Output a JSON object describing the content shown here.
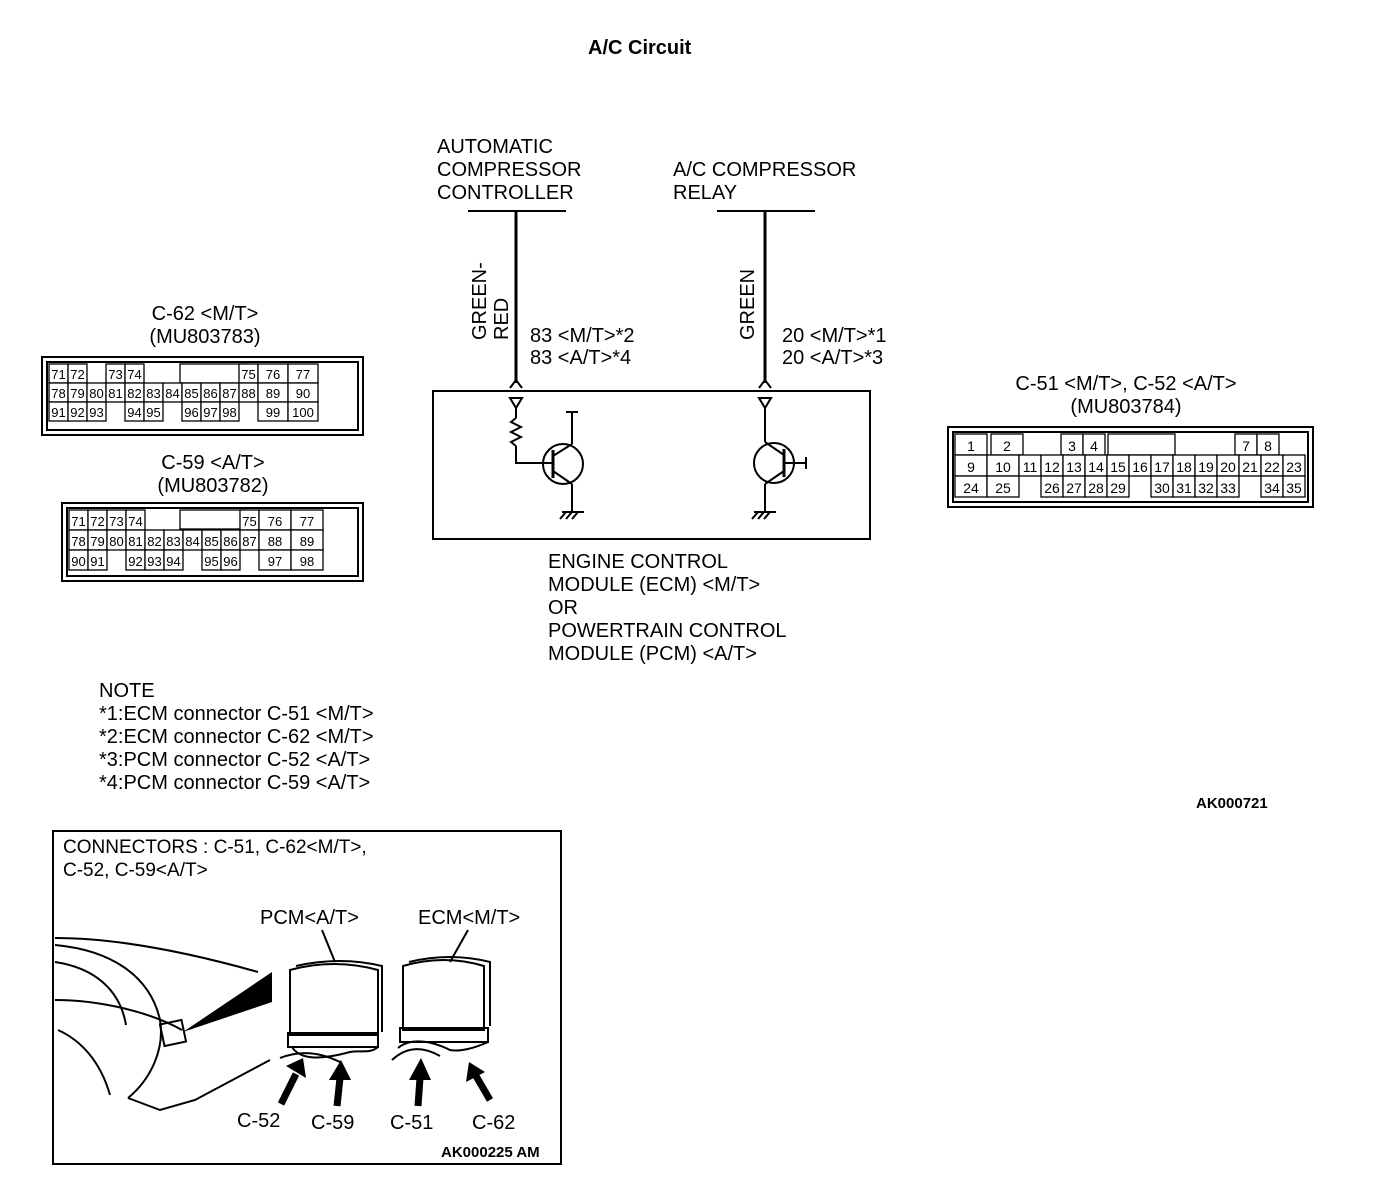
{
  "title": "A/C Circuit",
  "figure_code_top": "AK000721",
  "automatic_compressor_controller": {
    "label": [
      "AUTOMATIC",
      "COMPRESSOR",
      "CONTROLLER"
    ],
    "wire_color": [
      "GREEN-",
      "RED"
    ],
    "pins": [
      "83 <M/T>*2",
      "83 <A/T>*4"
    ]
  },
  "ac_compressor_relay": {
    "label": [
      "A/C COMPRESSOR",
      "RELAY"
    ],
    "wire_color": [
      "GREEN"
    ],
    "pins": [
      "20 <M/T>*1",
      "20 <A/T>*3"
    ]
  },
  "control_module": {
    "label": [
      "ENGINE CONTROL",
      "MODULE (ECM) <M/T>",
      "OR",
      "POWERTRAIN CONTROL",
      "MODULE (PCM) <A/T>"
    ]
  },
  "connector_c62": {
    "title": [
      "C-62 <M/T>",
      "(MU803783)"
    ],
    "rows": [
      [
        "71",
        "72",
        "",
        "73",
        "74",
        "",
        "",
        "",
        "",
        "",
        "75",
        "76",
        "77"
      ],
      [
        "78",
        "79",
        "80",
        "81",
        "82",
        "83",
        "84",
        "85",
        "86",
        "87",
        "88",
        "89",
        "90"
      ],
      [
        "91",
        "92",
        "93",
        "",
        "94",
        "95",
        "",
        "96",
        "97",
        "98",
        "",
        "99",
        "100"
      ]
    ]
  },
  "connector_c59": {
    "title": [
      "C-59 <A/T>",
      "(MU803782)"
    ],
    "rows": [
      [
        "71",
        "72",
        "73",
        "74",
        "",
        "",
        "",
        "",
        "",
        "75",
        "76",
        "77"
      ],
      [
        "78",
        "79",
        "80",
        "81",
        "82",
        "83",
        "84",
        "85",
        "86",
        "87",
        "88",
        "89"
      ],
      [
        "90",
        "91",
        "",
        "92",
        "93",
        "94",
        "",
        "95",
        "96",
        "",
        "97",
        "98"
      ]
    ]
  },
  "connector_c51_c52": {
    "title": [
      "C-51 <M/T>, C-52 <A/T>",
      "(MU803784)"
    ],
    "rows": [
      [
        "1",
        "",
        "2",
        "",
        "",
        "3",
        "4",
        "",
        "",
        "",
        "",
        "",
        "7",
        "8"
      ],
      [
        "9",
        "10",
        "11",
        "12",
        "13",
        "14",
        "15",
        "16",
        "17",
        "18",
        "19",
        "20",
        "21",
        "22",
        "23"
      ],
      [
        "24",
        "25",
        "",
        "26",
        "27",
        "28",
        "29",
        "",
        "30",
        "31",
        "32",
        "33",
        "",
        "34",
        "35"
      ]
    ]
  },
  "note": {
    "heading": "NOTE",
    "lines": [
      "*1:ECM connector C-51 <M/T>",
      "*2:ECM connector C-62 <M/T>",
      "*3:PCM connector C-52 <A/T>",
      "*4:PCM connector C-59 <A/T>"
    ]
  },
  "location_inset": {
    "title": [
      "CONNECTORS : C-51, C-62<M/T>,",
      "C-52, C-59<A/T>"
    ],
    "pcm_label": "PCM<A/T>",
    "ecm_label": "ECM<M/T>",
    "connector_labels": [
      "C-52",
      "C-59",
      "C-51",
      "C-62"
    ],
    "figure_code": "AK000225 AM"
  }
}
